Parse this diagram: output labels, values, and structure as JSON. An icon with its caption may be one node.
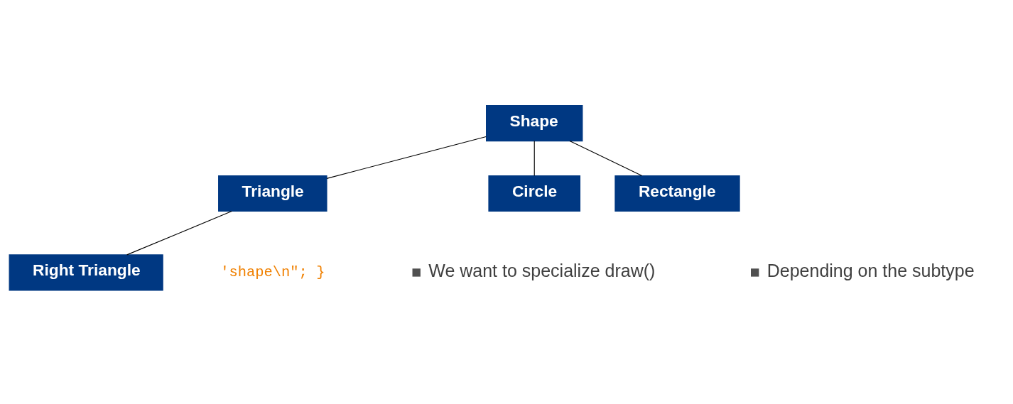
{
  "diagram": {
    "nodes": [
      {
        "text": [
          "Shape"
        ]
      },
      {
        "text": [
          "Triangle"
        ]
      },
      {
        "text": [
          "Circle"
        ]
      },
      {
        "text": [
          "Rectangle"
        ]
      },
      {
        "text": [
          "Right Triangle"
        ]
      }
    ],
    "edges": [
      {
        "from": 0,
        "to": 1,
        "arrow": "none"
      },
      {
        "from": 0,
        "to": 2,
        "arrow": "none"
      },
      {
        "from": 0,
        "to": 3,
        "arrow": "none"
      },
      {
        "from": 1,
        "to": 4,
        "arrow": "none"
      }
    ],
    "labels": [
      "'shape\\n\"; }",
      "We want to specialize draw()",
      "Depending on the subtype"
    ]
  }
}
